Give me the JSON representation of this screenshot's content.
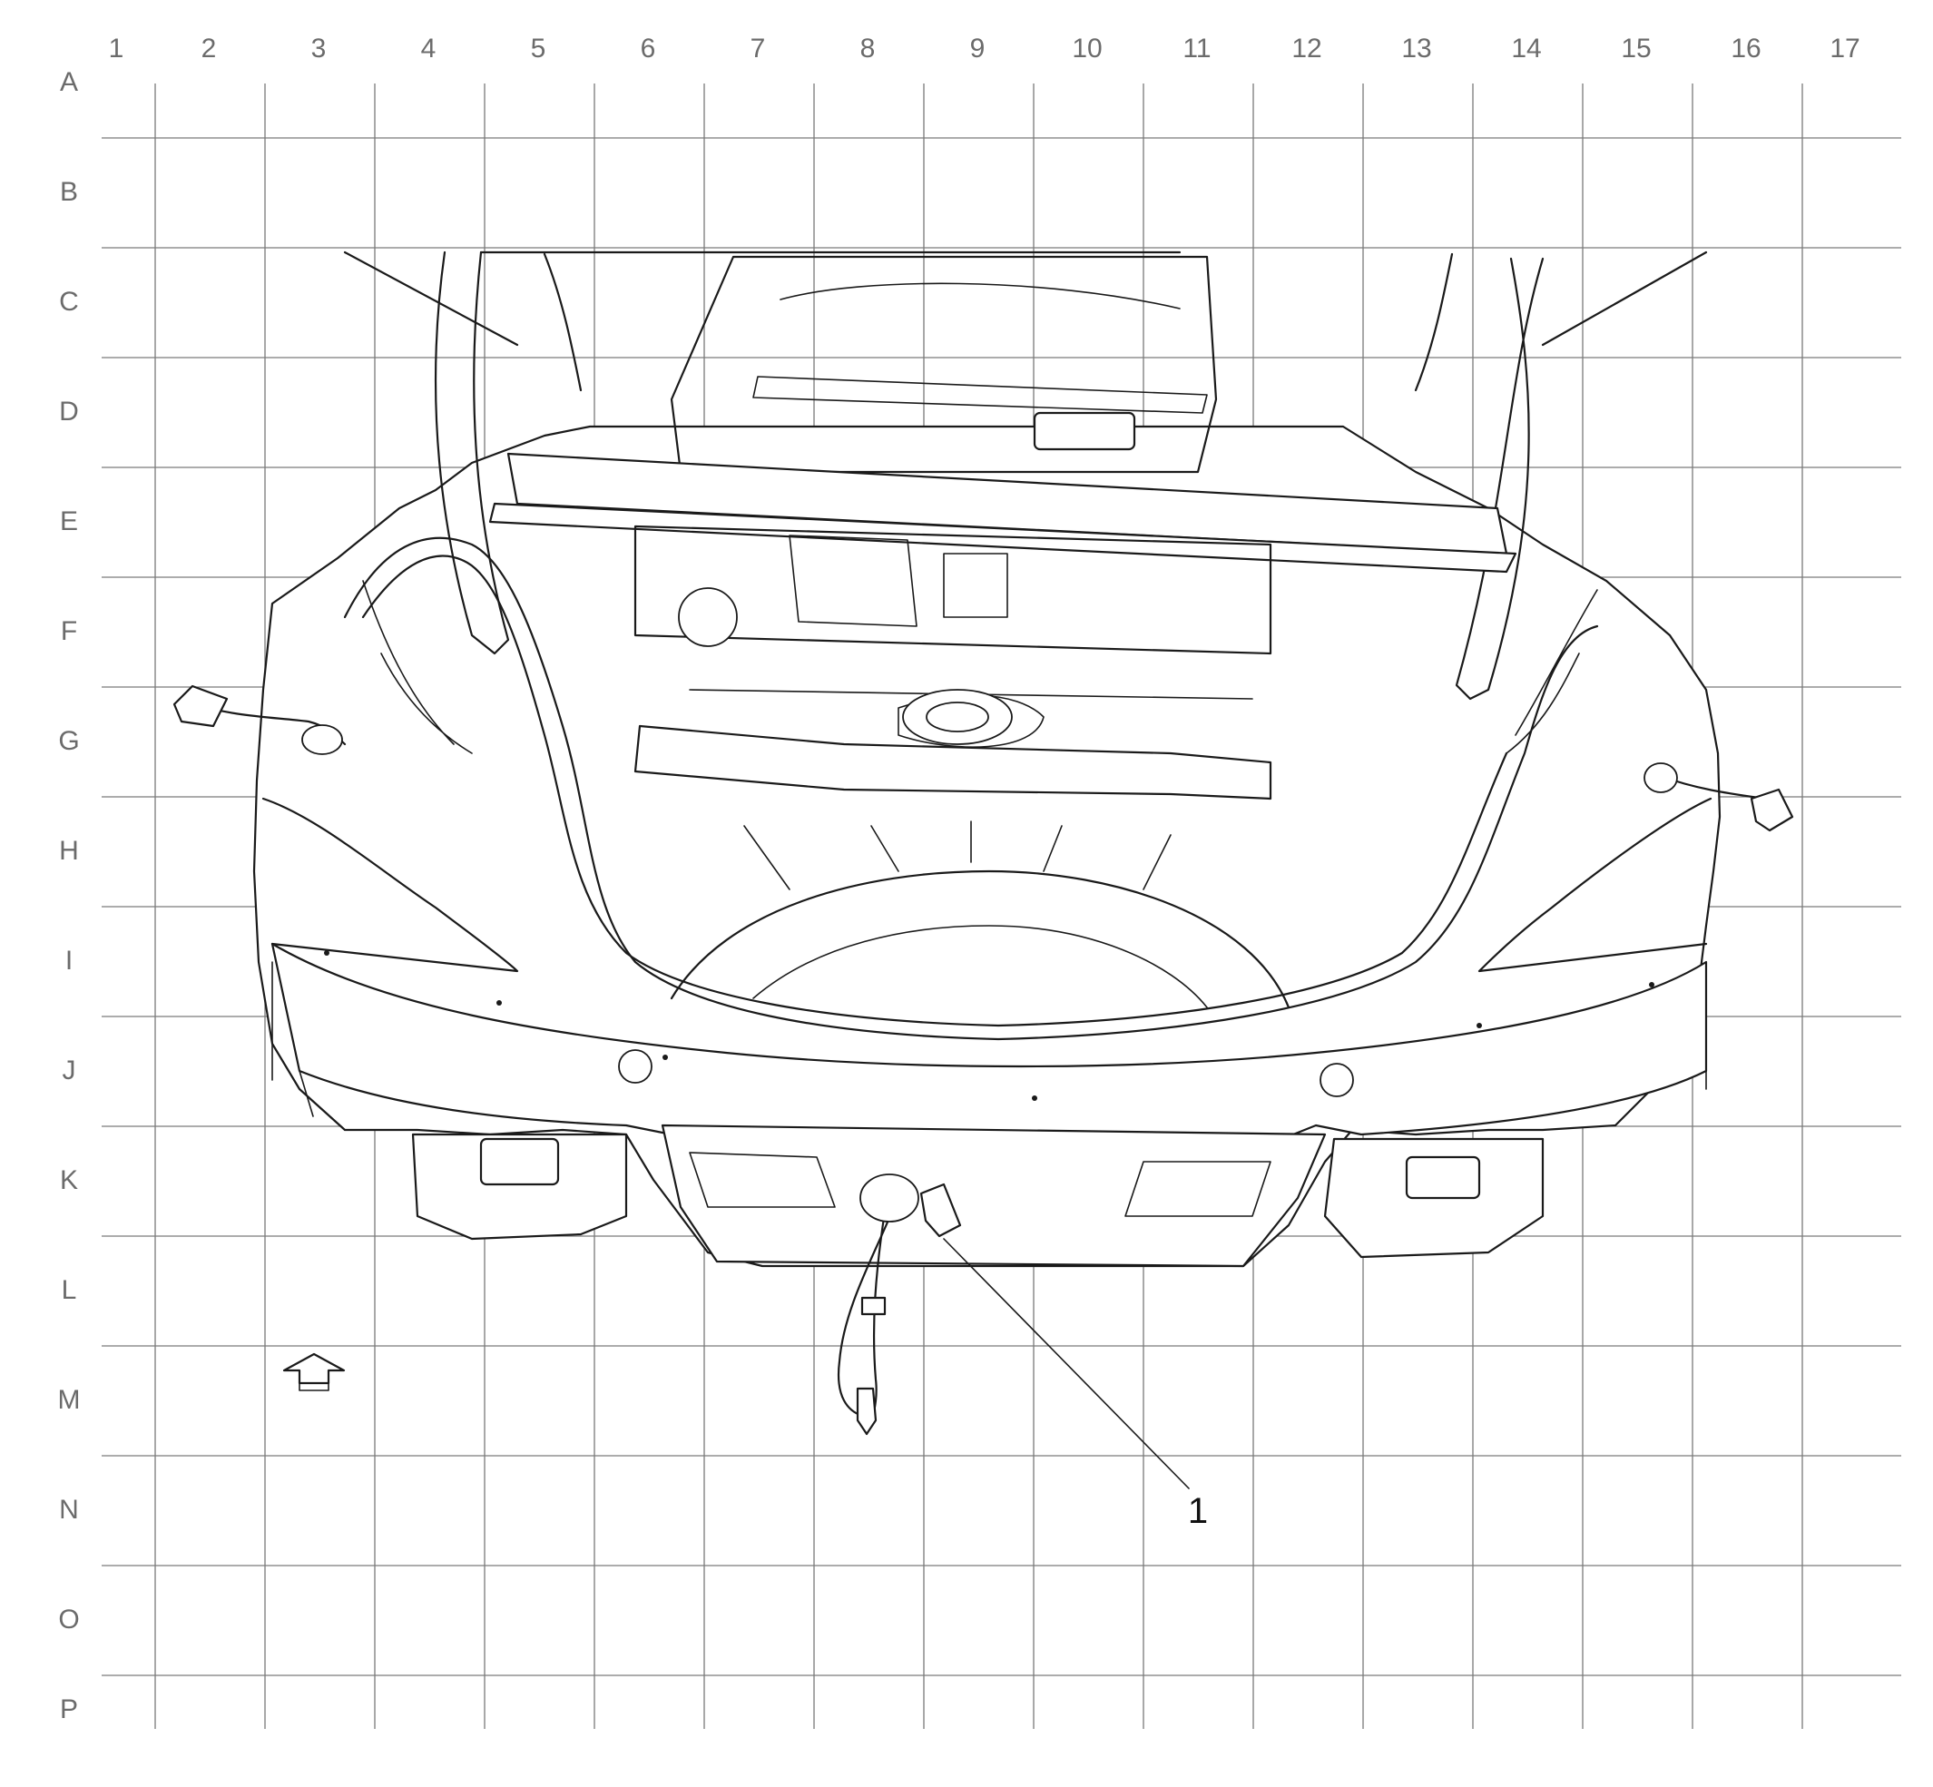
{
  "grid": {
    "columns": [
      "1",
      "2",
      "3",
      "4",
      "5",
      "6",
      "7",
      "8",
      "9",
      "10",
      "11",
      "12",
      "13",
      "14",
      "15",
      "16",
      "17"
    ],
    "rows": [
      "A",
      "B",
      "C",
      "D",
      "E",
      "F",
      "G",
      "H",
      "I",
      "J",
      "K",
      "L",
      "M",
      "N",
      "O",
      "P"
    ]
  },
  "callouts": [
    {
      "number": "1",
      "grid_ref": "L-8"
    }
  ],
  "orientation_arrow": {
    "direction": "forward"
  }
}
